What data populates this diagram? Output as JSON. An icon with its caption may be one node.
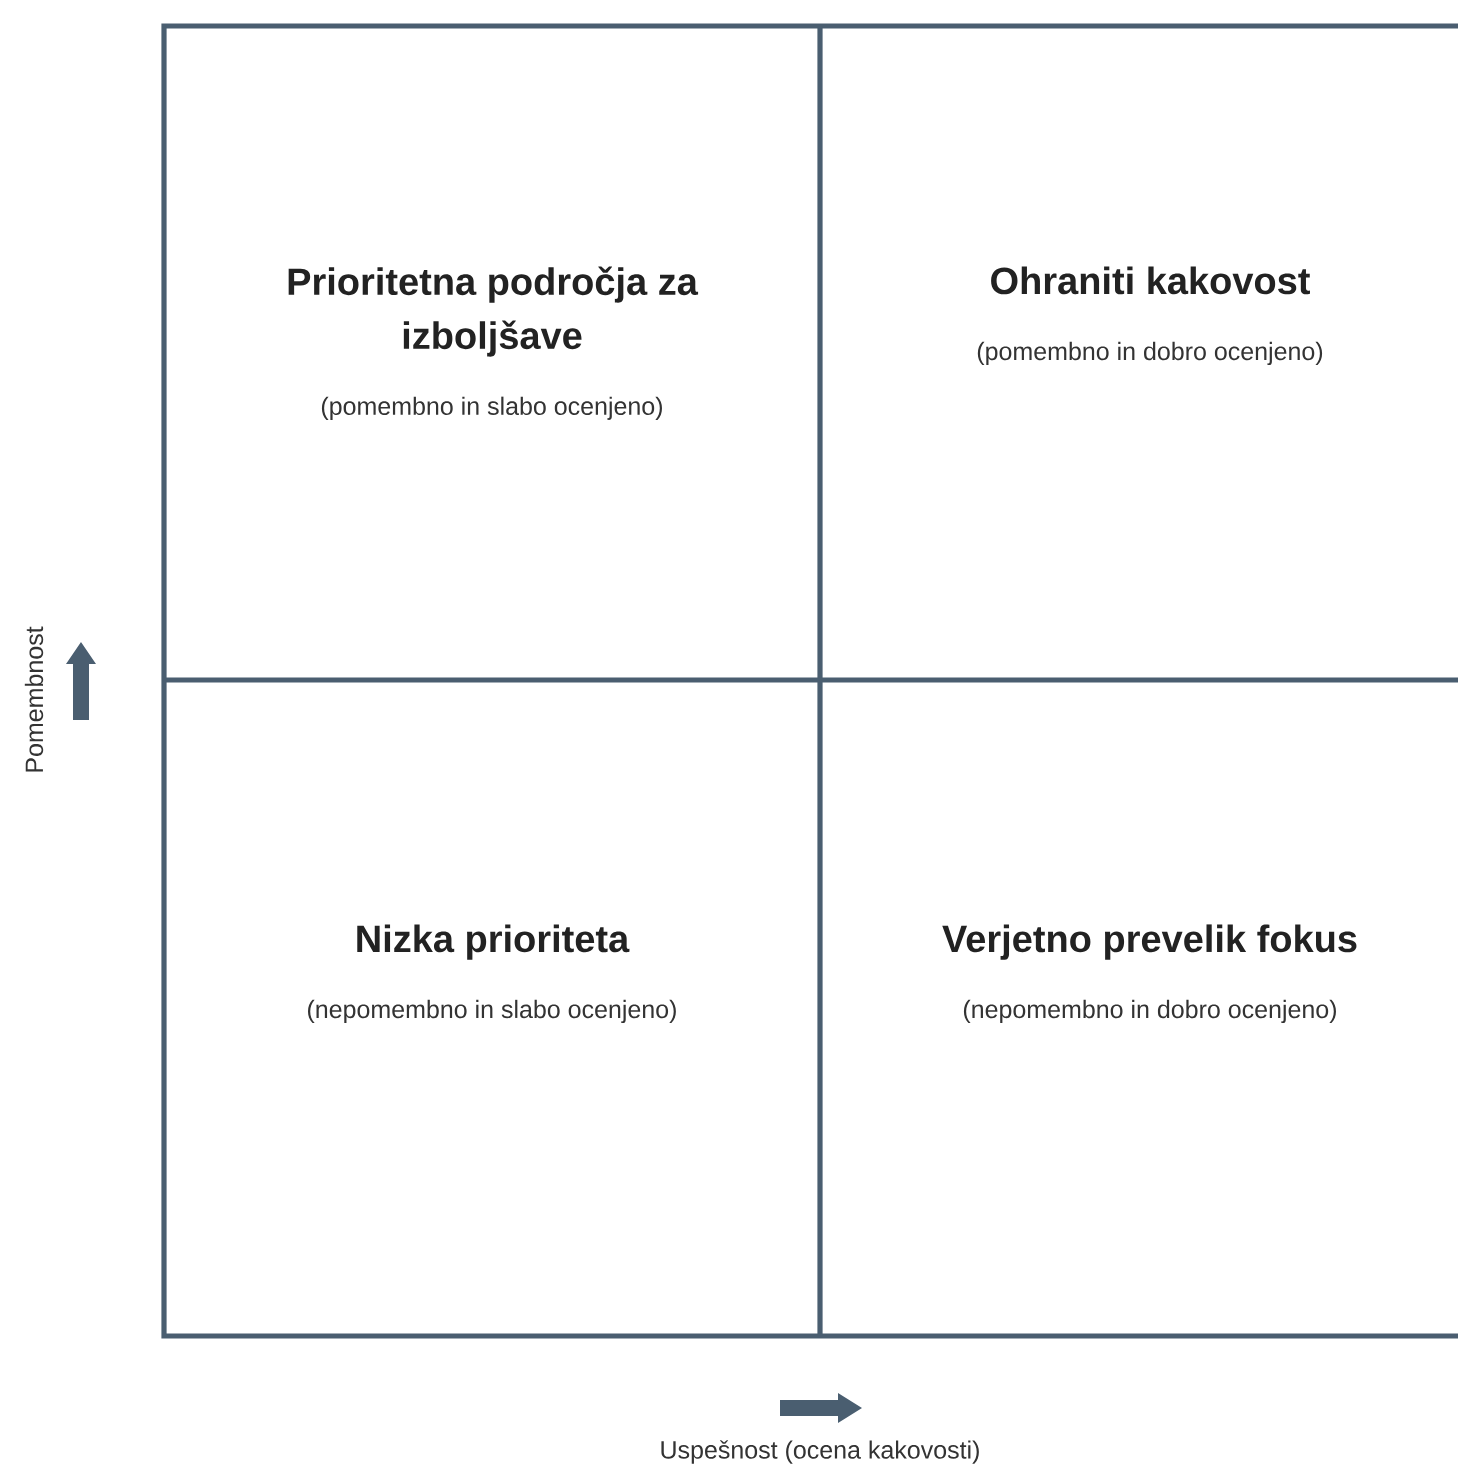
{
  "diagram": {
    "nodes": [
      {
        "text": [
          "Prioritetna področja za izboljšave",
          "(pomembno in slabo ocenjeno)"
        ]
      },
      {
        "text": [
          "Ohraniti kakovost",
          "(pomembno in dobro ocenjeno)"
        ]
      },
      {
        "text": [
          "Nizka prioriteta",
          "(nepomembno in slabo ocenjeno)"
        ]
      },
      {
        "text": [
          "Verjetno prevelik fokus",
          "(nepomembno in dobro ocenjeno)"
        ]
      }
    ],
    "labels": [
      "Pomembnost",
      "Uspešnost (ocena kakovosti)"
    ]
  }
}
